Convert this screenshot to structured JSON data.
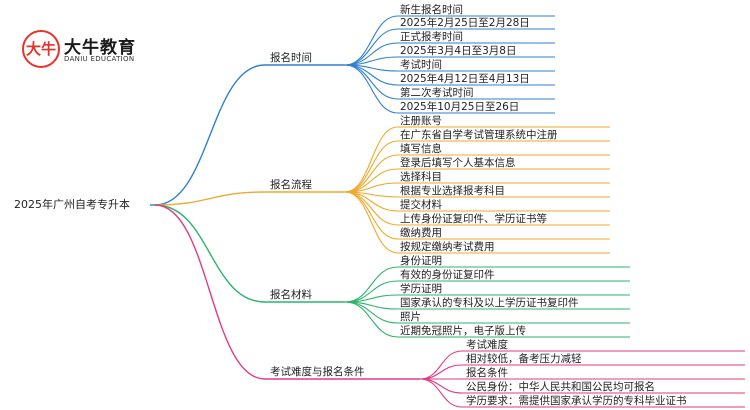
{
  "logo": {
    "mark": "大牛",
    "title": "大牛教育",
    "subtitle": "DANIU EDUCATION"
  },
  "mindmap": {
    "root": "2025年广州自考专升本",
    "colors": {
      "branch1": "#2f80d1",
      "branch2": "#f0a92a",
      "branch3": "#2db36b",
      "branch4": "#e23a86"
    },
    "branches": [
      {
        "label": "报名时间",
        "items": [
          "新生报名时间",
          "2025年2月25日至2月28日",
          "正式报考时间",
          "2025年3月4日至3月8日",
          "考试时间",
          "2025年4月12日至4月13日",
          "第二次考试时间",
          "2025年10月25日至26日"
        ]
      },
      {
        "label": "报名流程",
        "items": [
          "注册账号",
          "在广东省自学考试管理系统中注册",
          "填写信息",
          "登录后填写个人基本信息",
          "选择科目",
          "根据专业选择报考科目",
          "提交材料",
          "上传身份证复印件、学历证书等",
          "缴纳费用",
          "按规定缴纳考试费用"
        ]
      },
      {
        "label": "报名材料",
        "items": [
          "身份证明",
          "有效的身份证复印件",
          "学历证明",
          "国家承认的专科及以上学历证书复印件",
          "照片",
          "近期免冠照片，电子版上传"
        ]
      },
      {
        "label": "考试难度与报名条件",
        "items": [
          "考试难度",
          "相对较低，备考压力减轻",
          "报名条件",
          "公民身份：中华人民共和国公民均可报名",
          "学历要求：需提供国家承认学历的专科毕业证书"
        ]
      }
    ]
  }
}
